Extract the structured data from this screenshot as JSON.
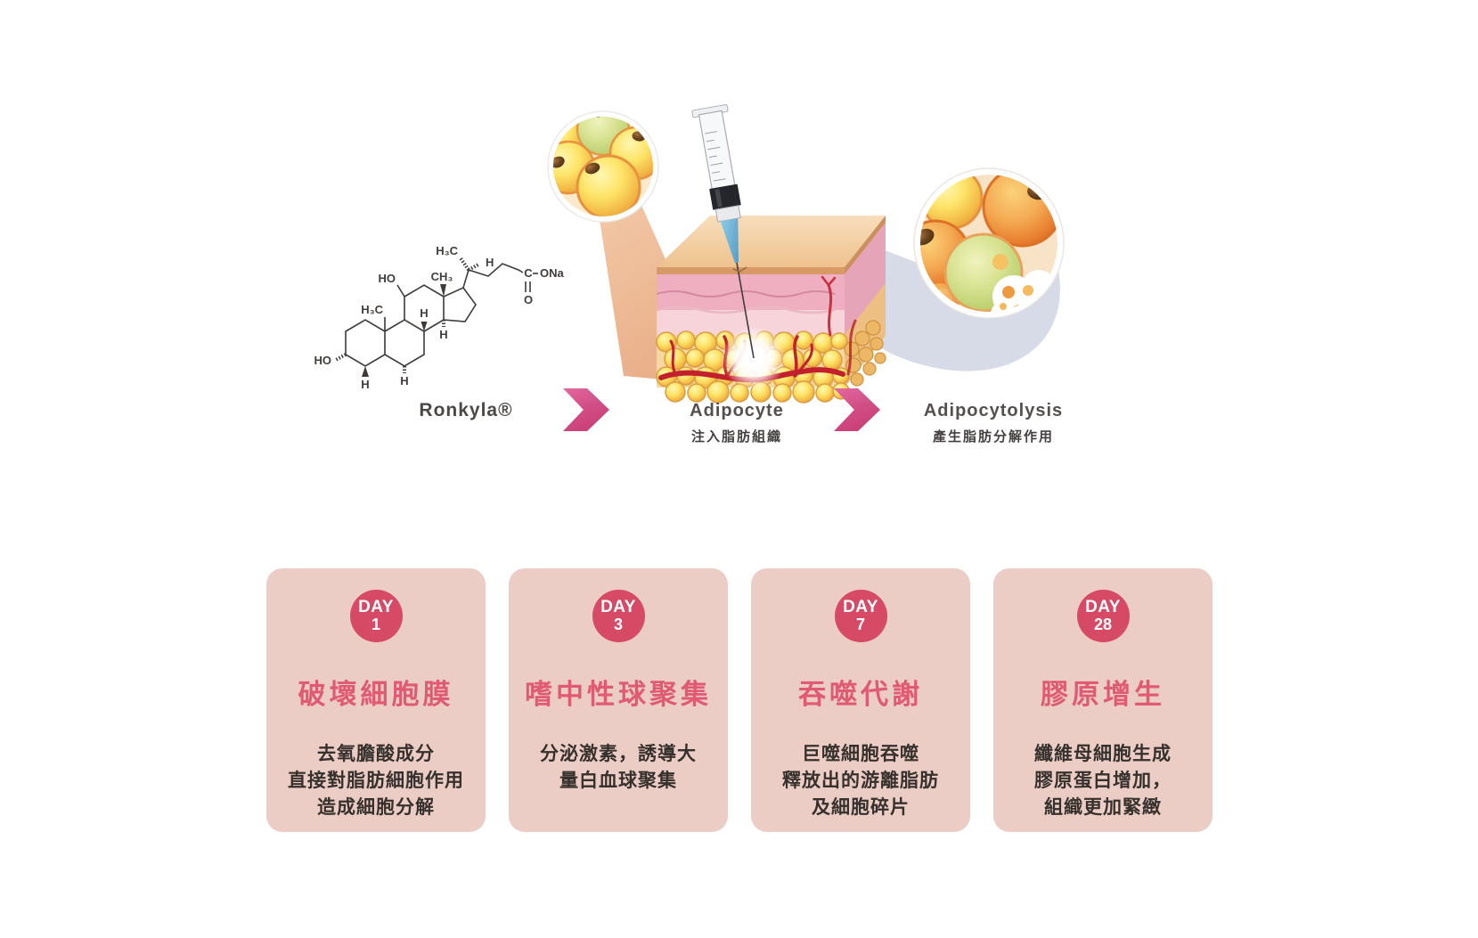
{
  "colors": {
    "card_bg": "#ebcdc5",
    "day_badge": "#d64a66",
    "card_title_pink": "#e15a74",
    "chevron_pink_from": "#e468a0",
    "chevron_pink_to": "#c93a72",
    "body_text": "#37312d",
    "label_text": "#55504d"
  },
  "process": {
    "steps": [
      {
        "label": "Ronkyla®"
      },
      {
        "label": "Adipocyte",
        "sublabel": "注入脂肪組織"
      },
      {
        "label": "Adipocytolysis",
        "sublabel": "產生脂肪分解作用"
      }
    ]
  },
  "chem": {
    "labels": {
      "ho": "HO",
      "h3c": "H₃C",
      "ch3": "CH₃",
      "h": "H",
      "c": "C",
      "ona": "ONa",
      "o": "O"
    }
  },
  "timeline": {
    "cards": [
      {
        "day": "DAY",
        "number": "1",
        "title": "破壞細胞膜",
        "lines": [
          "去氧膽酸成分",
          "直接對脂肪細胞作用",
          "造成細胞分解"
        ]
      },
      {
        "day": "DAY",
        "number": "3",
        "title": "嗜中性球聚集",
        "lines": [
          "分泌激素，誘導大",
          "量白血球聚集"
        ]
      },
      {
        "day": "DAY",
        "number": "7",
        "title": "吞噬代謝",
        "lines": [
          "巨噬細胞吞噬",
          "釋放出的游離脂肪",
          "及細胞碎片"
        ]
      },
      {
        "day": "DAY",
        "number": "28",
        "title": "膠原增生",
        "lines": [
          "纖維母細胞生成",
          "膠原蛋白增加，",
          "組織更加緊緻"
        ]
      }
    ]
  }
}
